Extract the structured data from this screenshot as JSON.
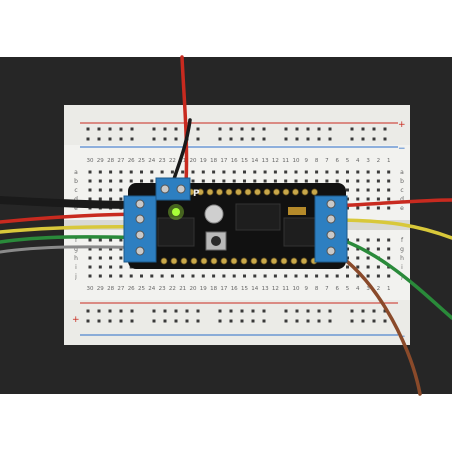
{
  "breadboard": {
    "rail_plus": "+",
    "rail_minus": "−",
    "column_numbers": [
      "30",
      "29",
      "28",
      "27",
      "26",
      "25",
      "24",
      "23",
      "22",
      "21",
      "20",
      "19",
      "18",
      "17",
      "16",
      "15",
      "14",
      "13",
      "12",
      "11",
      "10",
      "9",
      "8",
      "7",
      "6",
      "5",
      "4",
      "3",
      "2",
      "1"
    ],
    "row_letters_top": [
      "a",
      "b",
      "c",
      "d",
      "e"
    ],
    "row_letters_bottom": [
      "f",
      "g",
      "h",
      "i",
      "j"
    ]
  },
  "board": {
    "silkscreen_mark": "P"
  },
  "colors": {
    "background": "#ffffff",
    "photo_backdrop": "#262626",
    "breadboard": "#f2f2ef",
    "pcb": "#111111",
    "terminal_block": "#2d7fc1",
    "led": "#a8ff3a",
    "wire_red": "#c82a1f",
    "wire_yellow": "#d8c83a",
    "wire_green": "#2a8a3a",
    "wire_brown": "#8a4a2a",
    "wire_black": "#1a1a1a"
  }
}
